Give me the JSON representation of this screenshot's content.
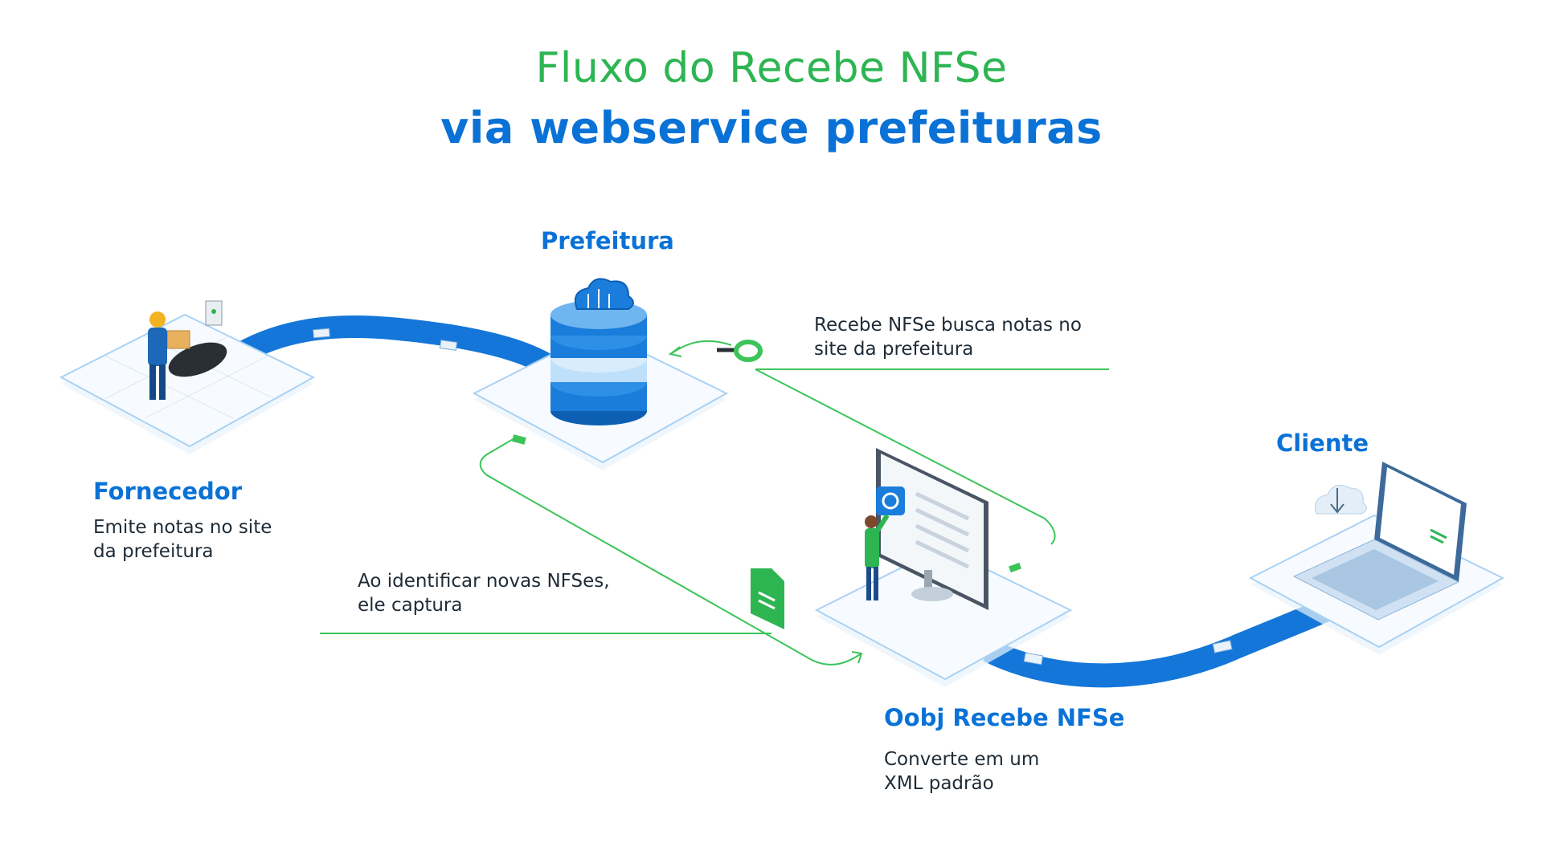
{
  "header": {
    "title_line1": "Fluxo do Recebe NFSe",
    "title_line2": "via webservice prefeituras"
  },
  "nodes": {
    "fornecedor": {
      "title": "Fornecedor",
      "desc_line1": "Emite notas no site",
      "desc_line2": "da prefeitura"
    },
    "prefeitura": {
      "title": "Prefeitura"
    },
    "oobj": {
      "title": "Oobj Recebe NFSe",
      "desc_line1": "Converte em um",
      "desc_line2": "XML padrão"
    },
    "cliente": {
      "title": "Cliente"
    }
  },
  "annotations": {
    "busca": {
      "line1": "Recebe NFSe busca notas no",
      "line2": "site da prefeitura"
    },
    "captura": {
      "line1": "Ao identificar novas NFSes,",
      "line2": "ele captura"
    }
  },
  "colors": {
    "title_green": "#2db552",
    "title_blue": "#0a72d6",
    "belt_blue": "#1476d8",
    "flow_green": "#3cc45a",
    "platform_fill": "#f7fbff",
    "platform_stroke": "#a9d2f4"
  }
}
